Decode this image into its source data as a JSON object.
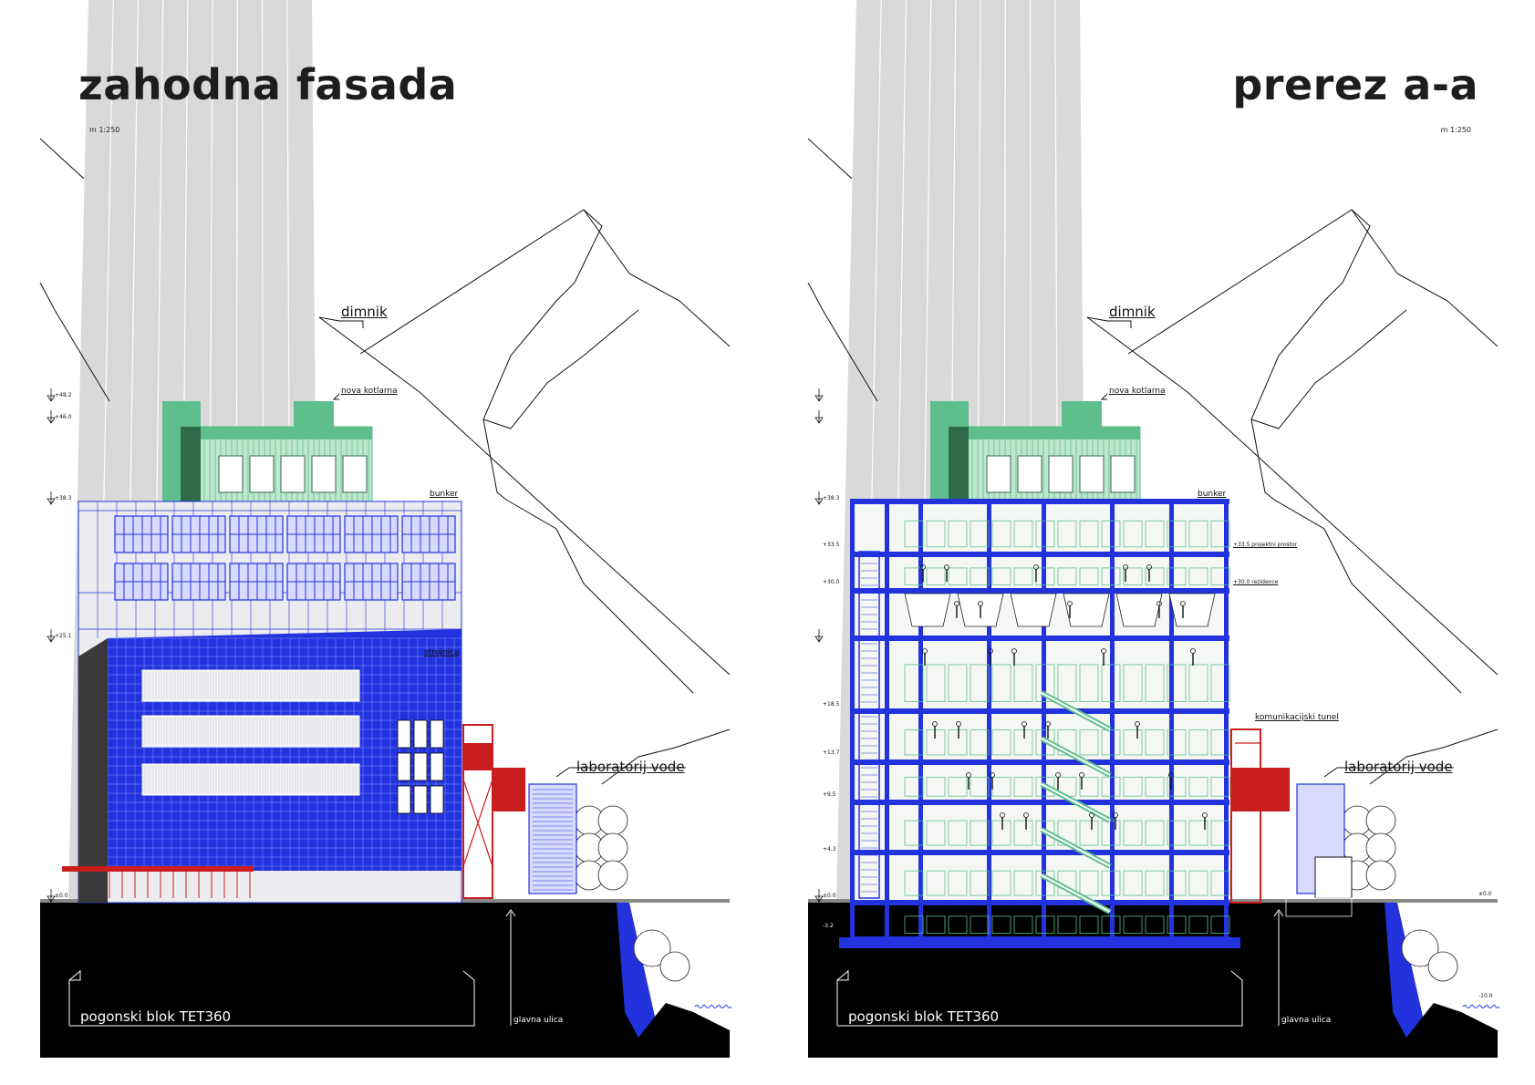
{
  "left": {
    "title": "zahodna fasada",
    "scale": "m 1:250",
    "labels": {
      "dimnik": "dimnik",
      "nova_kotlarna": "nova kotlarna",
      "bunker": "bunker",
      "strojnica": "strojnica",
      "laboratorij": "laboratorij vode",
      "pogonski": "pogonski blok TET360",
      "glavna": "glavna ulica"
    },
    "levels": [
      "+48.2",
      "+46.0",
      "+38.3",
      "+25.1",
      "±0.0"
    ]
  },
  "right": {
    "title": "prerez a-a",
    "scale": "m 1:250",
    "labels": {
      "dimnik": "dimnik",
      "nova_kotlarna": "nova kotlarna",
      "bunker": "bunker",
      "projektni": "+33.5 projektni prostor",
      "rezidence": "+30.0 rezidence",
      "komunikacijski": "komunikacijski tunel",
      "laboratorij": "laboratorij vode",
      "pogonski": "pogonski blok TET360",
      "glavna": "glavna ulica"
    },
    "levels": [
      "+38.3",
      "+33.5",
      "+30.0",
      "+18.5",
      "+13.7",
      "+9.5",
      "+4.3",
      "±0.0",
      "-3.2",
      "±0.0",
      "-10.0"
    ]
  },
  "colors": {
    "blue": "#2233dd",
    "green": "#5fbf8c",
    "red": "#c81e1e",
    "grey": "#d9d9d9",
    "black": "#000000"
  }
}
